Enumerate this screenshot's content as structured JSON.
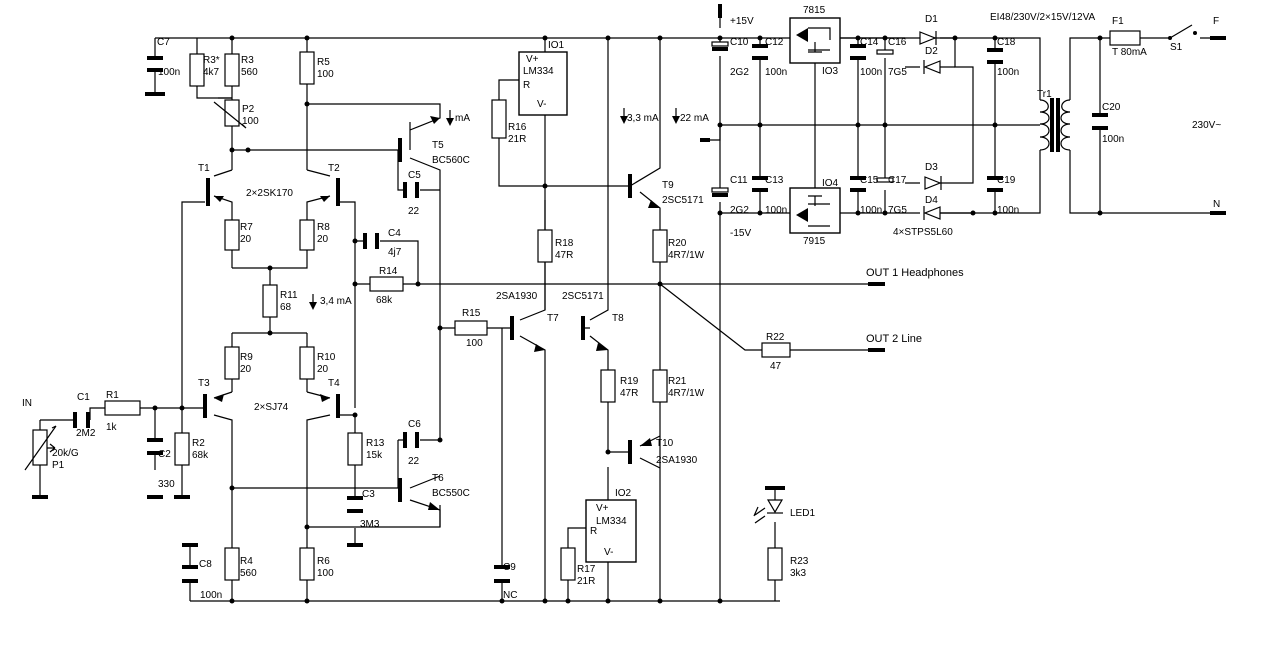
{
  "labels": {
    "IN": "IN",
    "C1": "C1",
    "C1v": "2M2",
    "R1": "R1",
    "R1v": "1k",
    "C2": "C2",
    "C2v": "330",
    "R2": "R2",
    "R2v": "68k",
    "P1": "P1",
    "P1v": "20k/G",
    "C7": "C7",
    "C7v": "100n",
    "R3": "R3*",
    "R3v": "4k7",
    "R3b": "R3",
    "R3bv": "560",
    "R5": "R5",
    "R5v": "100",
    "P2": "P2",
    "P2v": "100",
    "T1": "T1",
    "T2": "T2",
    "T12": "2×2SK170",
    "R7": "R7",
    "R7v": "20",
    "R8": "R8",
    "R8v": "20",
    "R11": "R11",
    "R11v": "68",
    "I34": "3,4 mA",
    "R9": "R9",
    "R9v": "20",
    "R10": "R10",
    "R10v": "20",
    "T3": "T3",
    "T4": "T4",
    "T34": "2×SJ74",
    "R4": "R4",
    "R4v": "560",
    "C8": "C8",
    "C8v": "100n",
    "R6": "R6",
    "R6v": "100",
    "R13": "R13",
    "R13v": "15k",
    "C3": "C3",
    "C3v": "3M3",
    "T5": "T5",
    "T5v": "BC560C",
    "mA": "mA",
    "C5": "C5",
    "C5v": "22",
    "C4": "C4",
    "C4v": "4j7",
    "R14": "R14",
    "R14v": "68k",
    "C6": "C6",
    "C6v": "22",
    "T6": "T6",
    "T6v": "BC550C",
    "R15": "R15",
    "R15v": "100",
    "T7": "T7",
    "T7v": "2SA1930",
    "T8": "T8",
    "T8v": "2SC5171",
    "C9": "C9",
    "C9v": "NC",
    "IO1": "IO1",
    "LM1": "LM334",
    "Vp1": "V+",
    "R1p": "R",
    "Vm1": "V-",
    "R16": "R16",
    "R16v": "21R",
    "R18": "R18",
    "R18v": "47R",
    "I33": "3,3 mA",
    "I22": "22 mA",
    "T9": "T9",
    "T9v": "2SC5171",
    "R20": "R20",
    "R20v": "4R7/1W",
    "R19": "R19",
    "R19v": "47R",
    "R21": "R21",
    "R21v": "4R7/1W",
    "T10": "T10",
    "T10v": "2SA1930",
    "IO2": "IO2",
    "LM2": "LM334",
    "Vp2": "V+",
    "R2p": "R",
    "Vm2": "V-",
    "R17": "R17",
    "R17v": "21R",
    "OUT1": "OUT 1   Headphones",
    "OUT2": "OUT 2   Line",
    "R22": "R22",
    "R22v": "47",
    "P15": "+15V",
    "M15": "-15V",
    "C10": "C10",
    "C10v": "2G2",
    "C12": "C12",
    "C12v": "100n",
    "C11": "C11",
    "C11v": "2G2",
    "C13": "C13",
    "C13v": "100n",
    "R7815": "7815",
    "IO3": "IO3",
    "R7915": "7915",
    "IO4": "IO4",
    "C14": "C14",
    "C14v": "100n",
    "C16": "C16",
    "C16v": "7G5",
    "C15": "C15",
    "C15v": "100n",
    "C17": "C17",
    "C17v": "7G5",
    "D1": "D1",
    "D2": "D2",
    "D3": "D3",
    "D4": "D4",
    "Dv": "4×STPS5L60",
    "C18": "C18",
    "C18v": "100n",
    "C19": "C19",
    "C19v": "100n",
    "XF": "EI48/230V/2×15V/12VA",
    "Tr1": "Tr1",
    "C20": "C20",
    "C20v": "100n",
    "F1": "F1",
    "F1v": "T 80mA",
    "S1": "S1",
    "F": "F",
    "N": "N",
    "V230": "230V~",
    "LED1": "LED1",
    "R23": "R23",
    "R23v": "3k3"
  }
}
